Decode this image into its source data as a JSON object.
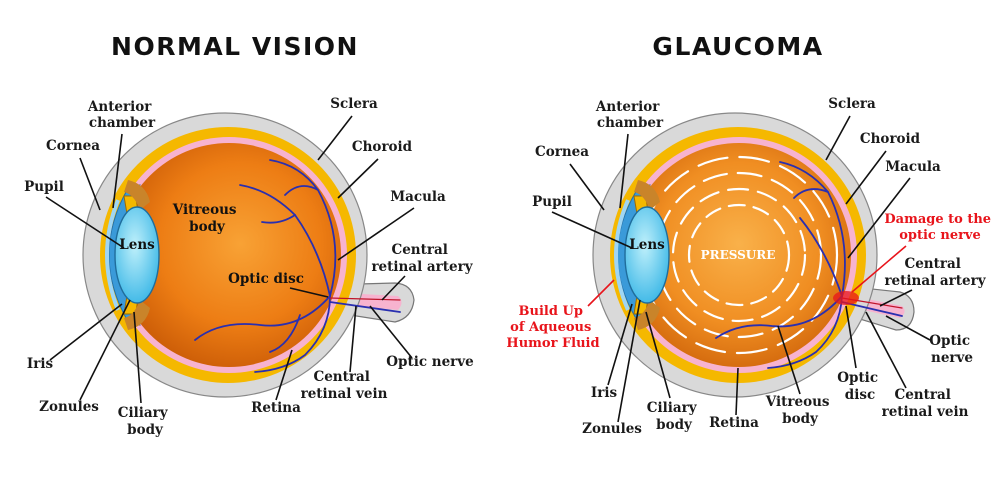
{
  "normal": {
    "title": "NORMAL VISION",
    "labels": {
      "anterior_chamber": [
        "Anterior",
        "chamber"
      ],
      "cornea": "Cornea",
      "pupil": "Pupil",
      "lens": "Lens",
      "vitreous_body": [
        "Vitreous",
        "body"
      ],
      "sclera": "Sclera",
      "choroid": "Choroid",
      "macula": "Macula",
      "central_retinal_artery": [
        "Central",
        "retinal artery"
      ],
      "optic_disc": "Optic disc",
      "optic_nerve": "Optic nerve",
      "central_retinal_vein": [
        "Central",
        "retinal vein"
      ],
      "retina": "Retina",
      "ciliary_body": [
        "Ciliary",
        "body"
      ],
      "zonules": "Zonules",
      "iris": "Iris"
    }
  },
  "glaucoma": {
    "title": "GLAUCOMA",
    "labels": {
      "anterior_chamber": [
        "Anterior",
        "chamber"
      ],
      "cornea": "Cornea",
      "pupil": "Pupil",
      "lens": "Lens",
      "pressure": "PRESSURE",
      "sclera": "Sclera",
      "choroid": "Choroid",
      "macula": "Macula",
      "damage": [
        "Damage to the",
        "optic nerve"
      ],
      "central_retinal_artery": [
        "Central",
        "retinal artery"
      ],
      "optic_nerve": [
        "Optic",
        "nerve"
      ],
      "central_retinal_vein": [
        "Central",
        "retinal vein"
      ],
      "optic_disc": [
        "Optic",
        "disc"
      ],
      "vitreous_body": [
        "Vitreous",
        "body"
      ],
      "retina": "Retina",
      "ciliary_body": [
        "Ciliary",
        "body"
      ],
      "zonules": "Zonules",
      "iris": "Iris",
      "aqueous": [
        "Build Up",
        "of Aqueous",
        "Humor Fluid"
      ]
    }
  },
  "colors": {
    "sclera": "#d9d9d9",
    "choroid": "#f5b800",
    "retina": "#f7b3cf",
    "vitreous": "#e8700e",
    "cornea": "#3a9ad9",
    "lens": "#4fc6ec",
    "vessel": "#2a2fb0",
    "warning": "#e8141b"
  }
}
